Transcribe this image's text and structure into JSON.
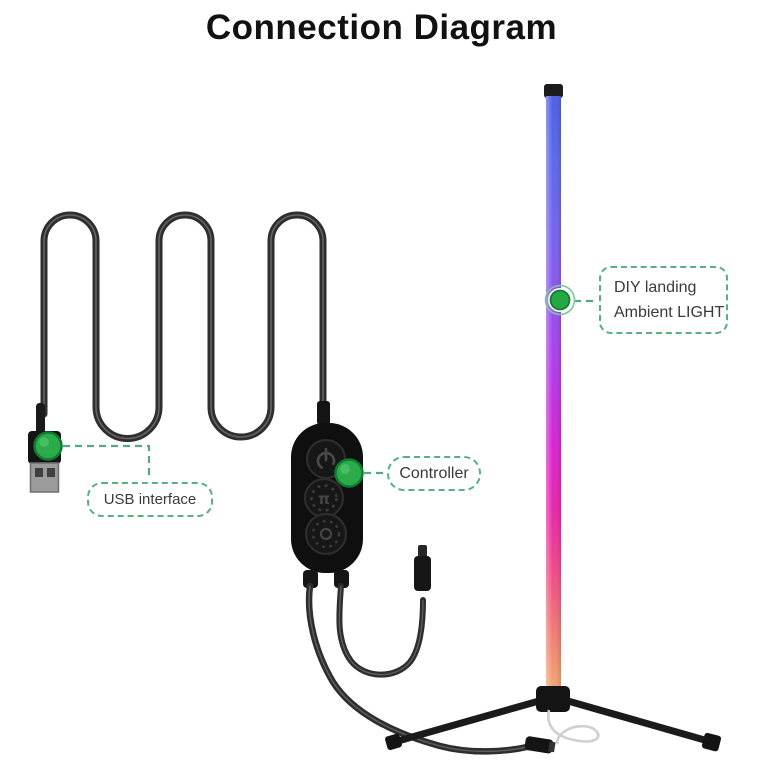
{
  "title": "Connection Diagram",
  "callouts": {
    "usb": {
      "label": "USB interface"
    },
    "controller": {
      "label": "Controller"
    },
    "light": {
      "line1": "DIY landing",
      "line2": "Ambient LIGHT"
    }
  },
  "components": {
    "usb_plug": "usb-a-plug",
    "power_cable": "serpentine-usb-cable",
    "controller": "inline-remote-controller",
    "controller_buttons": [
      "power-icon",
      "mode-icon",
      "brightness-icon"
    ],
    "lamp": "rgb-corner-floor-lamp-pole",
    "base": "tripod-floor-stand",
    "indicators": [
      "usb-indicator-dot",
      "controller-indicator-dot",
      "light-indicator-dot"
    ]
  },
  "colors": {
    "callout_green": "#57b080",
    "indicator_green": "#2bab49",
    "indicator_ring": "#0e7c30",
    "text": "#3a3a3a",
    "title": "#111111",
    "cable": "#2e2e2e",
    "pole_gradient": [
      "#4f5fe4",
      "#5b69e8",
      "#7a64ec",
      "#a148ec",
      "#bd35e2",
      "#d926cc",
      "#e928ab",
      "#ef4b88",
      "#f07a74",
      "#f2a773"
    ]
  }
}
